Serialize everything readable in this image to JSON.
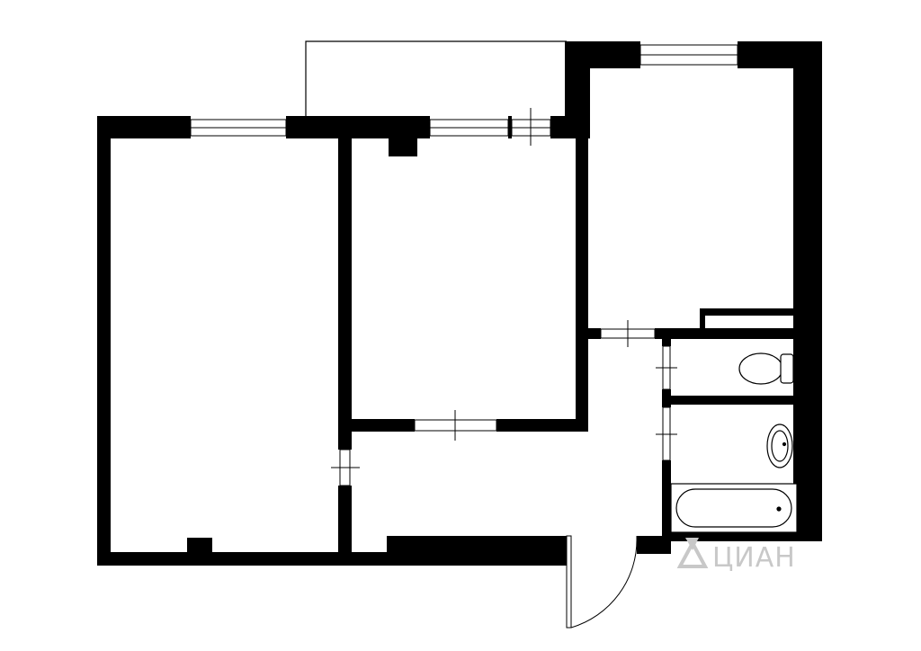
{
  "colors": {
    "wall": "#000000",
    "background": "#ffffff",
    "fixture_stroke": "#000000",
    "watermark": "#c8c8c8"
  },
  "rooms": [
    {
      "id": "room-left",
      "label": ""
    },
    {
      "id": "room-middle",
      "label": ""
    },
    {
      "id": "room-right",
      "label": ""
    },
    {
      "id": "hallway",
      "label": ""
    },
    {
      "id": "toilet-room",
      "label": ""
    },
    {
      "id": "bathroom",
      "label": ""
    },
    {
      "id": "balcony",
      "label": ""
    }
  ],
  "fixtures": [
    "toilet",
    "sink",
    "bathtub"
  ],
  "watermark": {
    "text": "ЦИАН",
    "logo": "cian-logo"
  }
}
